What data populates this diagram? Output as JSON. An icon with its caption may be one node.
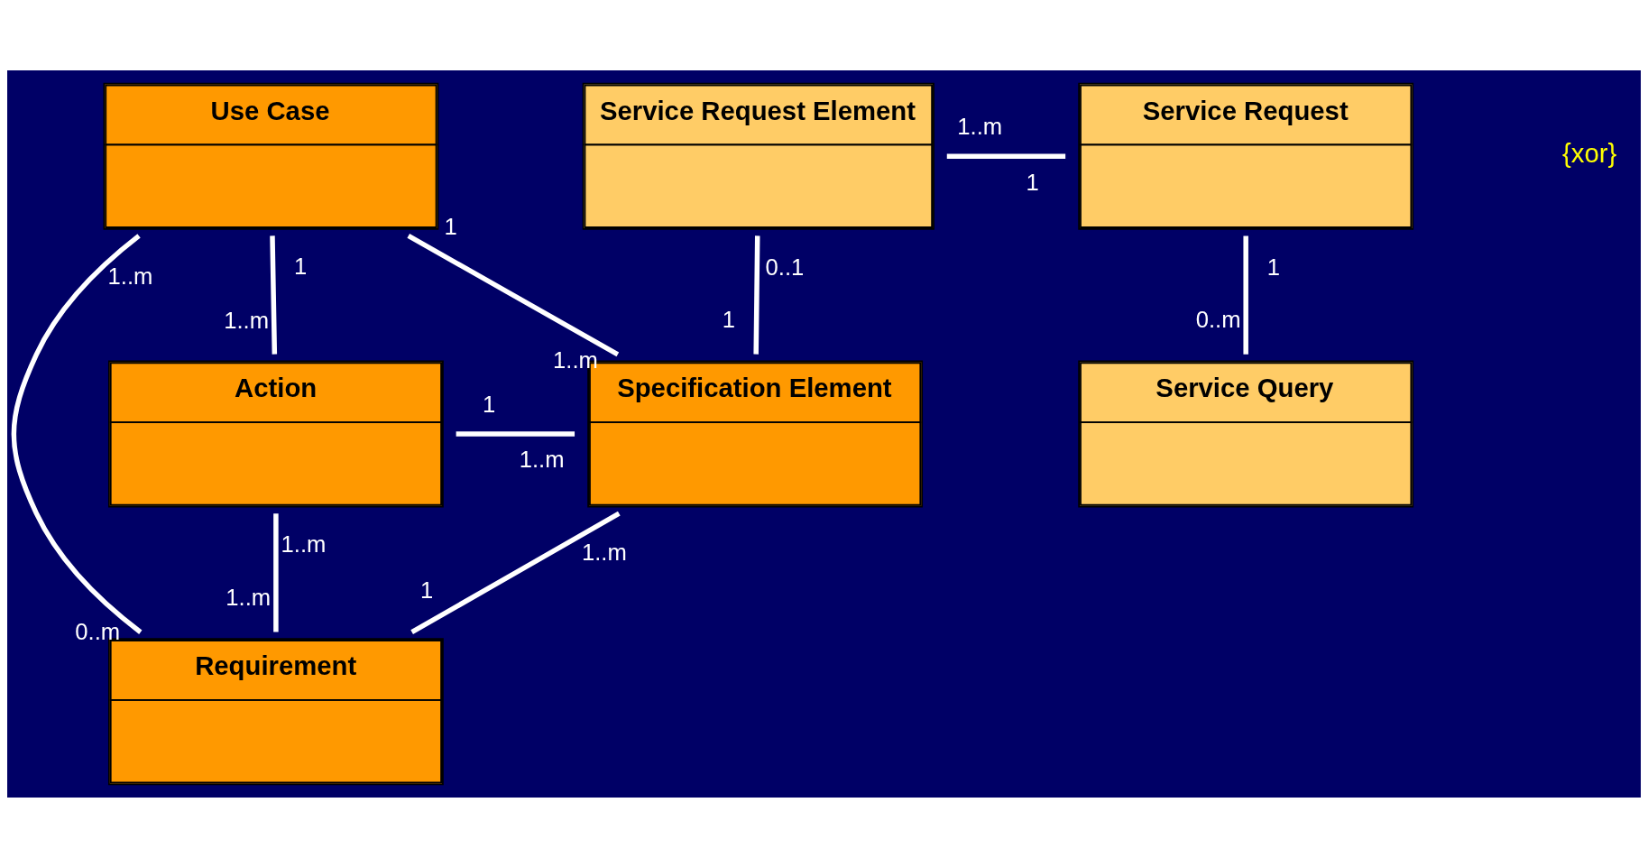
{
  "diagram": {
    "nodes": [
      {
        "text": [
          "Use Case"
        ]
      },
      {
        "text": [
          "Action"
        ]
      },
      {
        "text": [
          "Requirement"
        ]
      },
      {
        "text": [
          "Specification Element"
        ]
      },
      {
        "text": [
          "Service Request Element"
        ]
      },
      {
        "text": [
          "Service Request"
        ]
      },
      {
        "text": [
          "Service Query"
        ]
      }
    ],
    "edges": [
      {
        "from": 0,
        "to": 1,
        "arrow": "none"
      },
      {
        "from": 0,
        "to": 2,
        "arrow": "none"
      },
      {
        "from": 0,
        "to": 3,
        "arrow": "none"
      },
      {
        "from": 1,
        "to": 3,
        "arrow": "none"
      },
      {
        "from": 1,
        "to": 2,
        "arrow": "none"
      },
      {
        "from": 2,
        "to": 3,
        "arrow": "none"
      },
      {
        "from": 4,
        "to": 3,
        "arrow": "none"
      },
      {
        "from": 4,
        "to": 5,
        "arrow": "none"
      },
      {
        "from": 5,
        "to": 6,
        "arrow": "none"
      }
    ],
    "labels": [
      "1..m",
      "1",
      "1..m",
      "1",
      "1",
      "0..1",
      "1",
      "1..m",
      "1..m",
      "1",
      "{xor}",
      "0..m",
      "1",
      "1..m",
      "1..m",
      "1..m",
      "1..m",
      "1",
      "0..m"
    ]
  }
}
